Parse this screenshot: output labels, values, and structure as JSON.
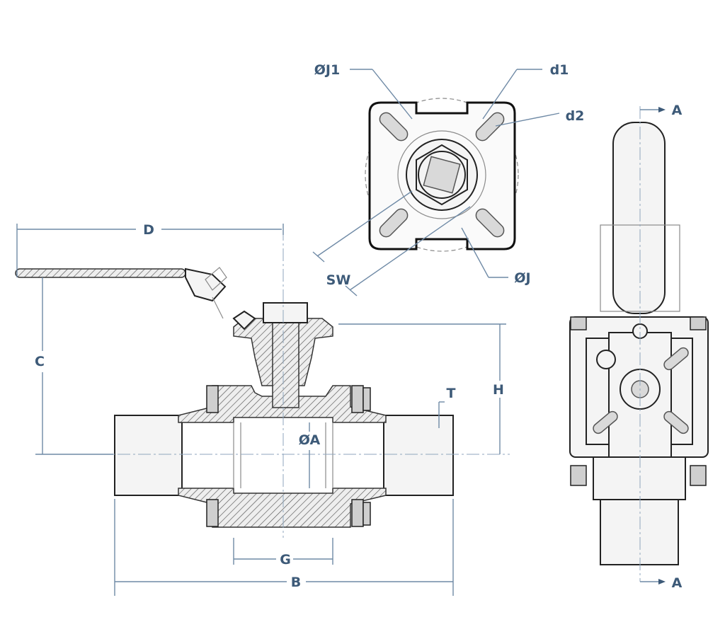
{
  "figure": {
    "dimension_labels": {
      "D": "D",
      "C": "C",
      "H": "H",
      "T": "T",
      "A_dia": "ØA",
      "G": "G",
      "B": "B",
      "J1_dia": "ØJ1",
      "d1": "d1",
      "d2": "d2",
      "SW": "SW",
      "J_dia": "ØJ",
      "section_top": "A",
      "section_bottom": "A"
    }
  }
}
